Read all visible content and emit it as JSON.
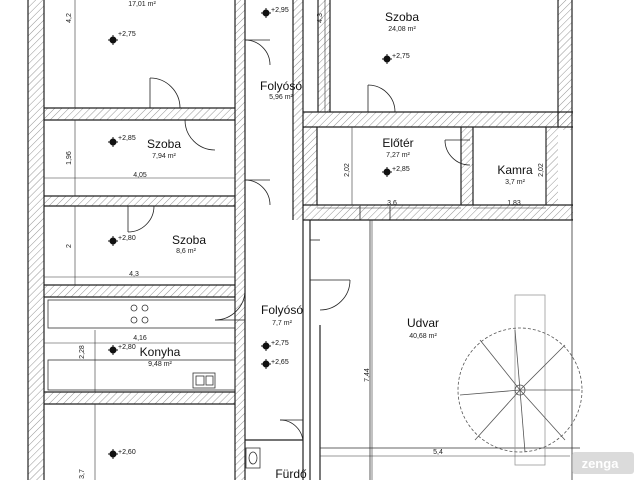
{
  "rooms": [
    {
      "id": "szoba-top-left",
      "name": "",
      "area": "17,01 m²"
    },
    {
      "id": "szoba-top-right",
      "name": "Szoba",
      "area": "24,08 m²"
    },
    {
      "id": "folyoso-top",
      "name": "Folyósó",
      "area": "5,96 m²"
    },
    {
      "id": "szoba-mid",
      "name": "Szoba",
      "area": "7,94 m²"
    },
    {
      "id": "eloter",
      "name": "Előtér",
      "area": "7,27 m²"
    },
    {
      "id": "kamra",
      "name": "Kamra",
      "area": "3,7 m²"
    },
    {
      "id": "szoba-lower",
      "name": "Szoba",
      "area": "8,6 m²"
    },
    {
      "id": "folyoso-mid",
      "name": "Folyósó",
      "area": "7,7 m²"
    },
    {
      "id": "udvar",
      "name": "Udvar",
      "area": "40,68 m²"
    },
    {
      "id": "konyha",
      "name": "Konyha",
      "area": "9,48 m²"
    },
    {
      "id": "furdo",
      "name": "Fürdő",
      "area": ""
    }
  ],
  "elevations": [
    "+2,75",
    "+2,95",
    "+2,75",
    "+2,85",
    "+2,85",
    "+2,80",
    "+2,75",
    "+2,80",
    "+2,65",
    "+2,60"
  ],
  "dimensions": [
    "4,2",
    "4,3",
    "1,96",
    "4,05",
    "2,02",
    "3,6",
    "1,83",
    "2,02",
    "2",
    "4,3",
    "4,16",
    "2,28",
    "7,44",
    "5,4",
    "3,7"
  ],
  "watermark": "zenga",
  "colors": {
    "wall": "#222222",
    "hatch": "#777777",
    "dimension": "#333333",
    "tree": "#555555",
    "background": "#ffffff"
  }
}
